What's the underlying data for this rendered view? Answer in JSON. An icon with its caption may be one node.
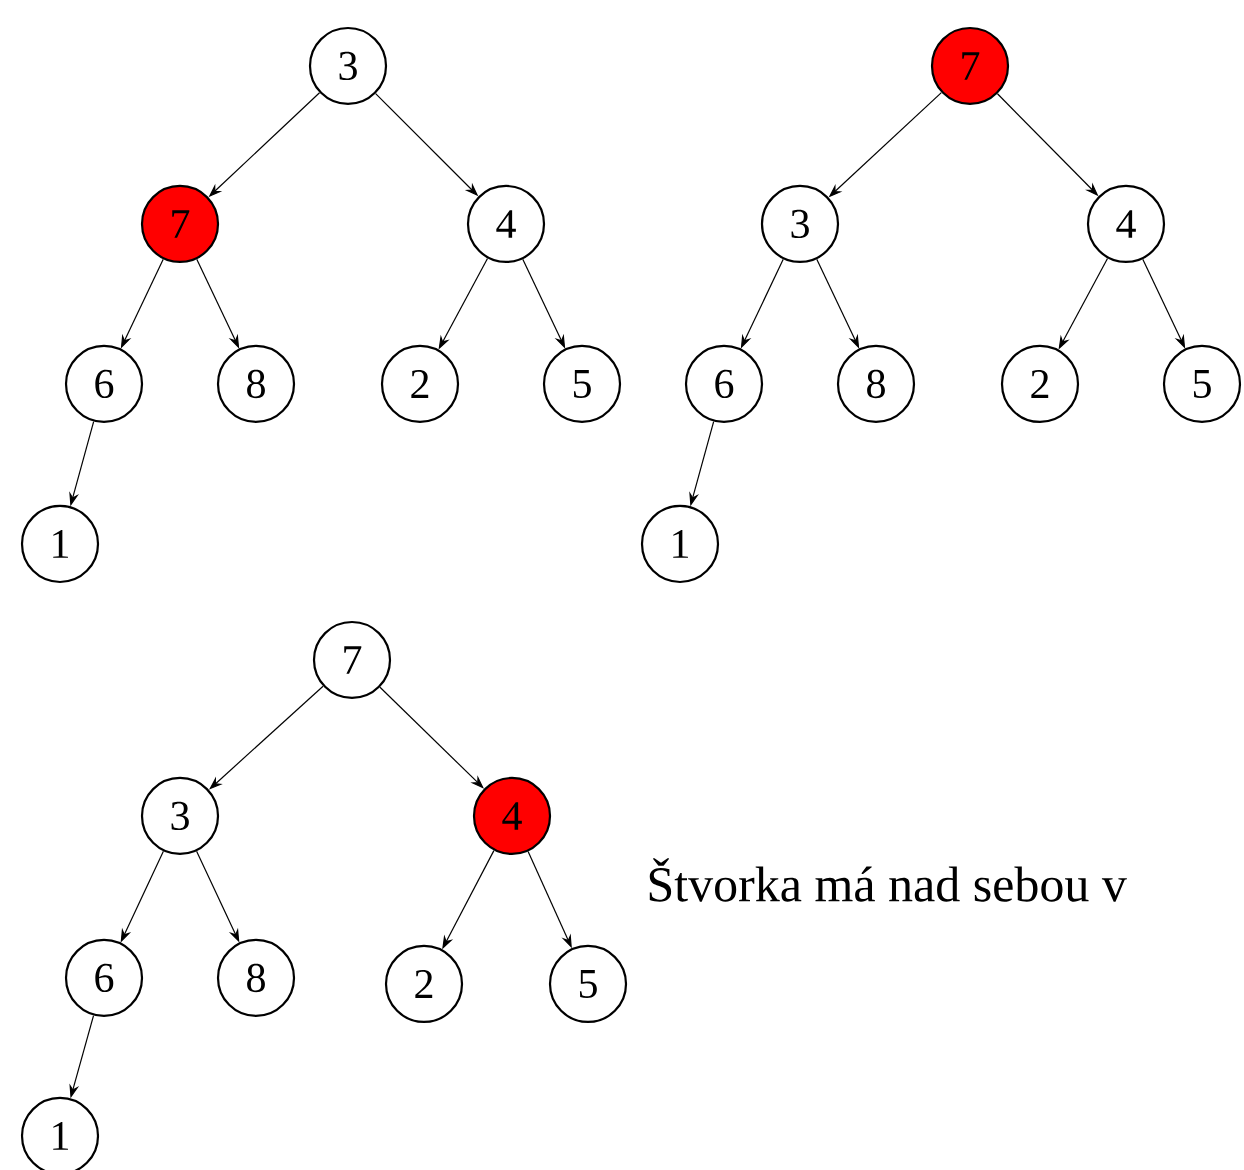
{
  "diagram": {
    "nodes": [
      {
        "text": [
          "3"
        ]
      },
      {
        "text": [
          "7"
        ]
      },
      {
        "text": [
          "4"
        ]
      },
      {
        "text": [
          "6"
        ]
      },
      {
        "text": [
          "8"
        ]
      },
      {
        "text": [
          "2"
        ]
      },
      {
        "text": [
          "5"
        ]
      },
      {
        "text": [
          "1"
        ]
      },
      {
        "text": [
          "7"
        ]
      },
      {
        "text": [
          "3"
        ]
      },
      {
        "text": [
          "4"
        ]
      },
      {
        "text": [
          "6"
        ]
      },
      {
        "text": [
          "8"
        ]
      },
      {
        "text": [
          "2"
        ]
      },
      {
        "text": [
          "5"
        ]
      },
      {
        "text": [
          "1"
        ]
      },
      {
        "text": [
          "7"
        ]
      },
      {
        "text": [
          "3"
        ]
      },
      {
        "text": [
          "4"
        ]
      },
      {
        "text": [
          "6"
        ]
      },
      {
        "text": [
          "8"
        ]
      },
      {
        "text": [
          "2"
        ]
      },
      {
        "text": [
          "5"
        ]
      },
      {
        "text": [
          "1"
        ]
      }
    ],
    "edges": [
      {
        "from": 0,
        "to": 1,
        "arrow": "to"
      },
      {
        "from": 0,
        "to": 2,
        "arrow": "to"
      },
      {
        "from": 1,
        "to": 3,
        "arrow": "to"
      },
      {
        "from": 1,
        "to": 4,
        "arrow": "to"
      },
      {
        "from": 2,
        "to": 5,
        "arrow": "to"
      },
      {
        "from": 2,
        "to": 6,
        "arrow": "to"
      },
      {
        "from": 3,
        "to": 7,
        "arrow": "to"
      },
      {
        "from": 8,
        "to": 9,
        "arrow": "to"
      },
      {
        "from": 8,
        "to": 10,
        "arrow": "to"
      },
      {
        "from": 9,
        "to": 11,
        "arrow": "to"
      },
      {
        "from": 9,
        "to": 12,
        "arrow": "to"
      },
      {
        "from": 10,
        "to": 13,
        "arrow": "to"
      },
      {
        "from": 10,
        "to": 14,
        "arrow": "to"
      },
      {
        "from": 11,
        "to": 15,
        "arrow": "to"
      },
      {
        "from": 16,
        "to": 17,
        "arrow": "to"
      },
      {
        "from": 16,
        "to": 18,
        "arrow": "to"
      },
      {
        "from": 17,
        "to": 19,
        "arrow": "to"
      },
      {
        "from": 17,
        "to": 20,
        "arrow": "to"
      },
      {
        "from": 18,
        "to": 21,
        "arrow": "to"
      },
      {
        "from": 18,
        "to": 22,
        "arrow": "to"
      },
      {
        "from": 19,
        "to": 23,
        "arrow": "to"
      }
    ],
    "labels": [
      "Štvorka má nad sebou v"
    ]
  }
}
